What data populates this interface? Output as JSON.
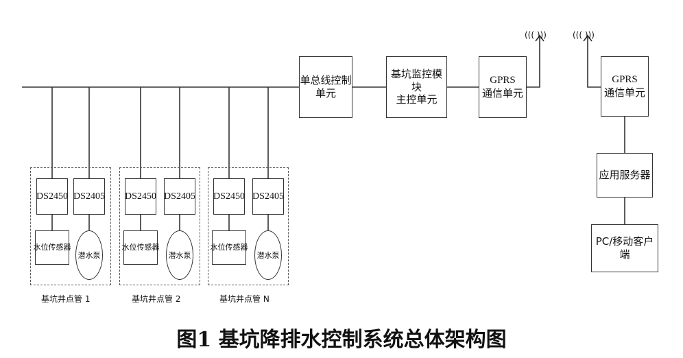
{
  "units": {
    "bus_control": [
      "单总线控制",
      "单元"
    ],
    "main_control": [
      "基坑监控模块",
      "主控单元"
    ],
    "gprs_left": [
      "GPRS",
      "通信单元"
    ],
    "gprs_right": [
      "GPRS",
      "通信单元"
    ],
    "app_server": "应用服务器",
    "client": "PC/移动客户端"
  },
  "wells": [
    {
      "chip_a": "DS2450",
      "chip_b": "DS2405",
      "sensor": "水位传感器",
      "pump": "潜水泵",
      "label": "基坑井点管 1"
    },
    {
      "chip_a": "DS2450",
      "chip_b": "DS2405",
      "sensor": "水位传感器",
      "pump": "潜水泵",
      "label": "基坑井点管 2"
    },
    {
      "chip_a": "DS2450",
      "chip_b": "DS2405",
      "sensor": "水位传感器",
      "pump": "潜水泵",
      "label": "基坑井点管 N"
    }
  ],
  "signal_glyphs": {
    "left": "((( ",
    "right": " )))"
  },
  "caption": "图1   基坑降排水控制系统总体架构图"
}
